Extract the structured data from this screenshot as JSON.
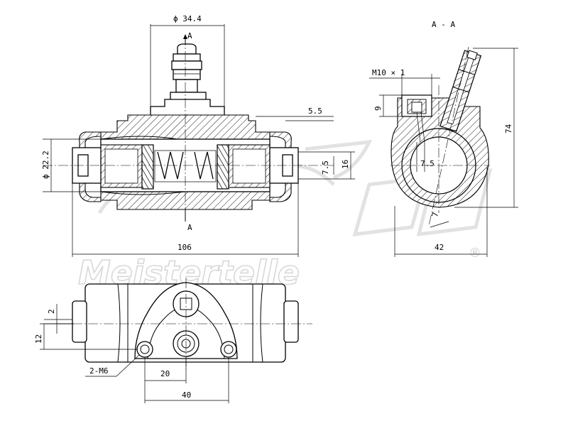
{
  "watermark": {
    "text": "Meistertelle",
    "reg_mark": "®"
  },
  "section_label": "A - A",
  "section_marks": [
    "A",
    "A"
  ],
  "dimensions": {
    "d_top": "ϕ 34.4",
    "d_bore": "ϕ 22.2",
    "overall_length": "106",
    "depth_55": "5.5",
    "d_75": "7.5",
    "d_16": "16",
    "thread": "M10 × 1",
    "d_9": "9",
    "height_74": "74",
    "d_75_section": "7.5",
    "d_7": "7",
    "width_42": "42",
    "d_2": "2",
    "d_12": "12",
    "holes": "2-M6",
    "d_20": "20",
    "d_40": "40"
  }
}
